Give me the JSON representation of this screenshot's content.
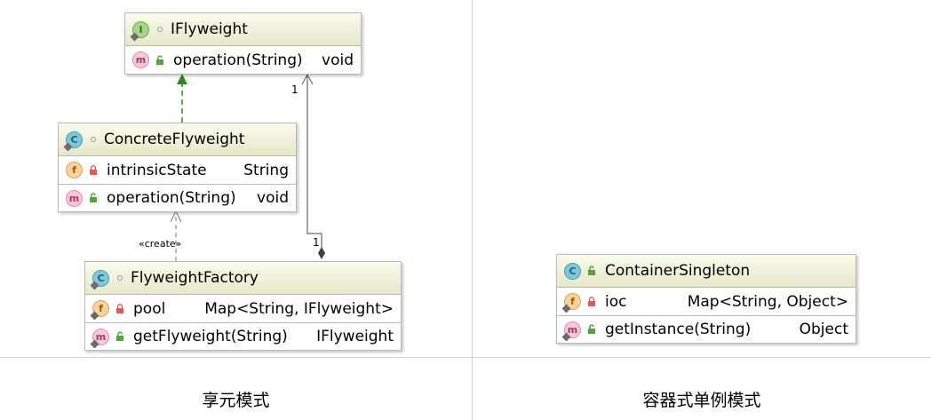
{
  "flyweight_panel": {
    "caption": "享元模式",
    "iflyweight": {
      "name": "IFlyweight",
      "kind_icon": "interface-icon",
      "kind_letter": "I",
      "methods": [
        {
          "letter": "m",
          "name": "operation(String)",
          "type": "void"
        }
      ]
    },
    "concrete": {
      "name": "ConcreteFlyweight",
      "kind_icon": "class-icon",
      "kind_letter": "C",
      "fields": [
        {
          "letter": "f",
          "name": "intrinsicState",
          "type": "String"
        }
      ],
      "methods": [
        {
          "letter": "m",
          "name": "operation(String)",
          "type": "void"
        }
      ]
    },
    "factory": {
      "name": "FlyweightFactory",
      "kind_icon": "class-icon",
      "kind_letter": "C",
      "fields": [
        {
          "letter": "f",
          "name": "pool",
          "type": "Map<String, IFlyweight>"
        }
      ],
      "methods": [
        {
          "letter": "m",
          "name": "getFlyweight(String)",
          "type": "IFlyweight"
        }
      ]
    },
    "relations": {
      "create_stereotype": "«create»",
      "multiplicity_top": "1",
      "multiplicity_bottom": "1",
      "colors": {
        "realization": "#2e8b1f",
        "dependency": "#8c8c8c",
        "association": "#6a6a6a"
      }
    }
  },
  "singleton_panel": {
    "caption": "容器式单例模式",
    "container": {
      "name": "ContainerSingleton",
      "kind_icon": "class-icon",
      "kind_letter": "C",
      "fields": [
        {
          "letter": "f",
          "name": "ioc",
          "type": "Map<String, Object>"
        }
      ],
      "methods": [
        {
          "letter": "m",
          "name": "getInstance(String)",
          "type": "Object"
        }
      ]
    }
  }
}
